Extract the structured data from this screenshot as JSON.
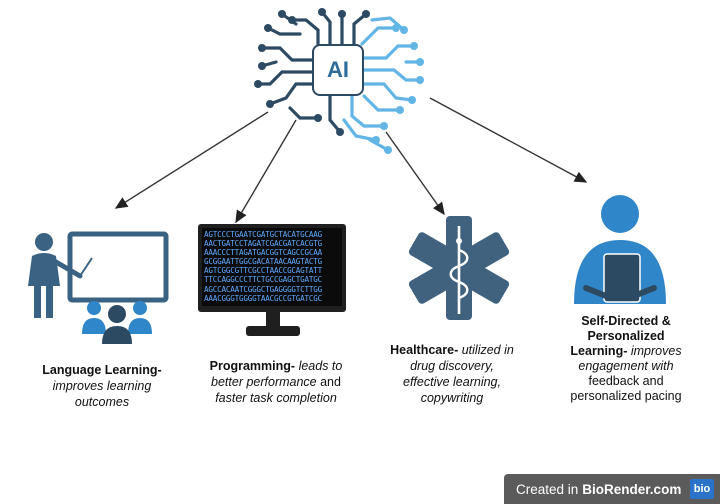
{
  "center": {
    "label": "AI"
  },
  "items": [
    {
      "title": "Language Learning-",
      "desc": "improves learning outcomes"
    },
    {
      "title": "Programming-",
      "desc_italic": "leads to better performance",
      "desc_normal": "and",
      "desc_italic2": "faster task completion"
    },
    {
      "title": "Healthcare-",
      "desc": "utilized in drug discovery, effective learning, copywriting"
    },
    {
      "title": "Self-Directed & Personalized Learning-",
      "desc_italic": "improves engagement with",
      "desc_normal": "feedback and personalized pacing"
    }
  ],
  "dna_lines": [
    "AGTCCCTGAATCGATGCTACATGCAAG",
    "AACTGATCCTAGATCGACGATCACGTG",
    "AAACCCTTAGATGACGGTCAGCCGCAA",
    "GCGGAATTGGCGACATAACAAGTACTG",
    "AGTCGGCGTTCGCCTAACCGCAGTATT",
    "TTCCAGGCCCTTCTGCCGAGCTGATGC",
    "AGCCACAATCGGGCTGAGGGGTCTTGG",
    "AAACGGGTGGGGTAACGCCGTGATCGC"
  ],
  "badge": {
    "prefix": "Created in",
    "brand": "BioRender.com",
    "logo": "bio"
  },
  "colors": {
    "dark_navy": "#2d4a63",
    "blue": "#2f86c8",
    "light_blue": "#62b5e5",
    "steel": "#40627f"
  }
}
